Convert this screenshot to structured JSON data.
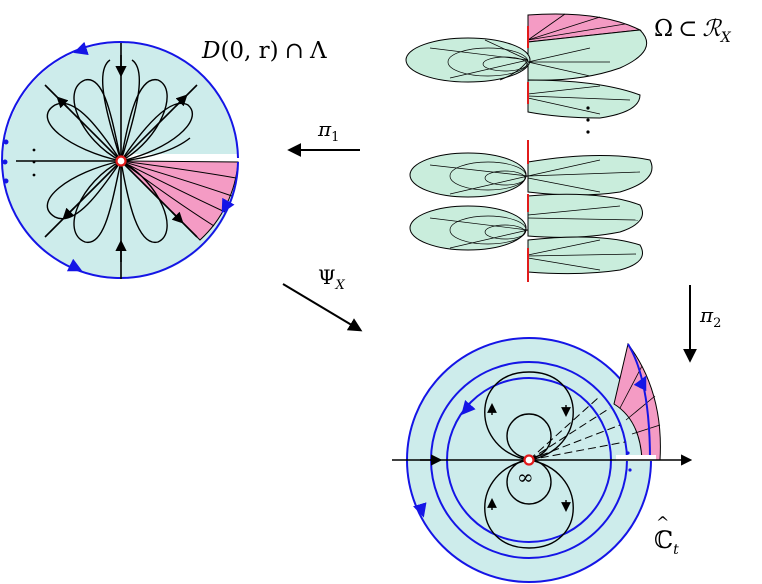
{
  "labels": {
    "disk_prefix": "D",
    "disk_args": "(0, r)",
    "cap": "∩",
    "lambda": "Λ",
    "omega": "Ω",
    "subset": "⊂",
    "surface": "ℛ",
    "surface_sub": "X",
    "pi": "π",
    "pi1_sub": "1",
    "pi2_sub": "2",
    "psi": "Ψ",
    "psi_sub": "X",
    "infinity": "∞",
    "sphere": "ℂ",
    "sphere_hat": "^",
    "sphere_sub": "t",
    "ellipsis_vertical": "⋮"
  },
  "colors": {
    "fill_light_teal": "#cdeceb",
    "fill_sheet_green": "#c9eddc",
    "fill_pink": "#f49bc4",
    "stroke_blue": "#1515e6",
    "stroke_red": "#e11b1b",
    "stroke_black": "#000000"
  }
}
